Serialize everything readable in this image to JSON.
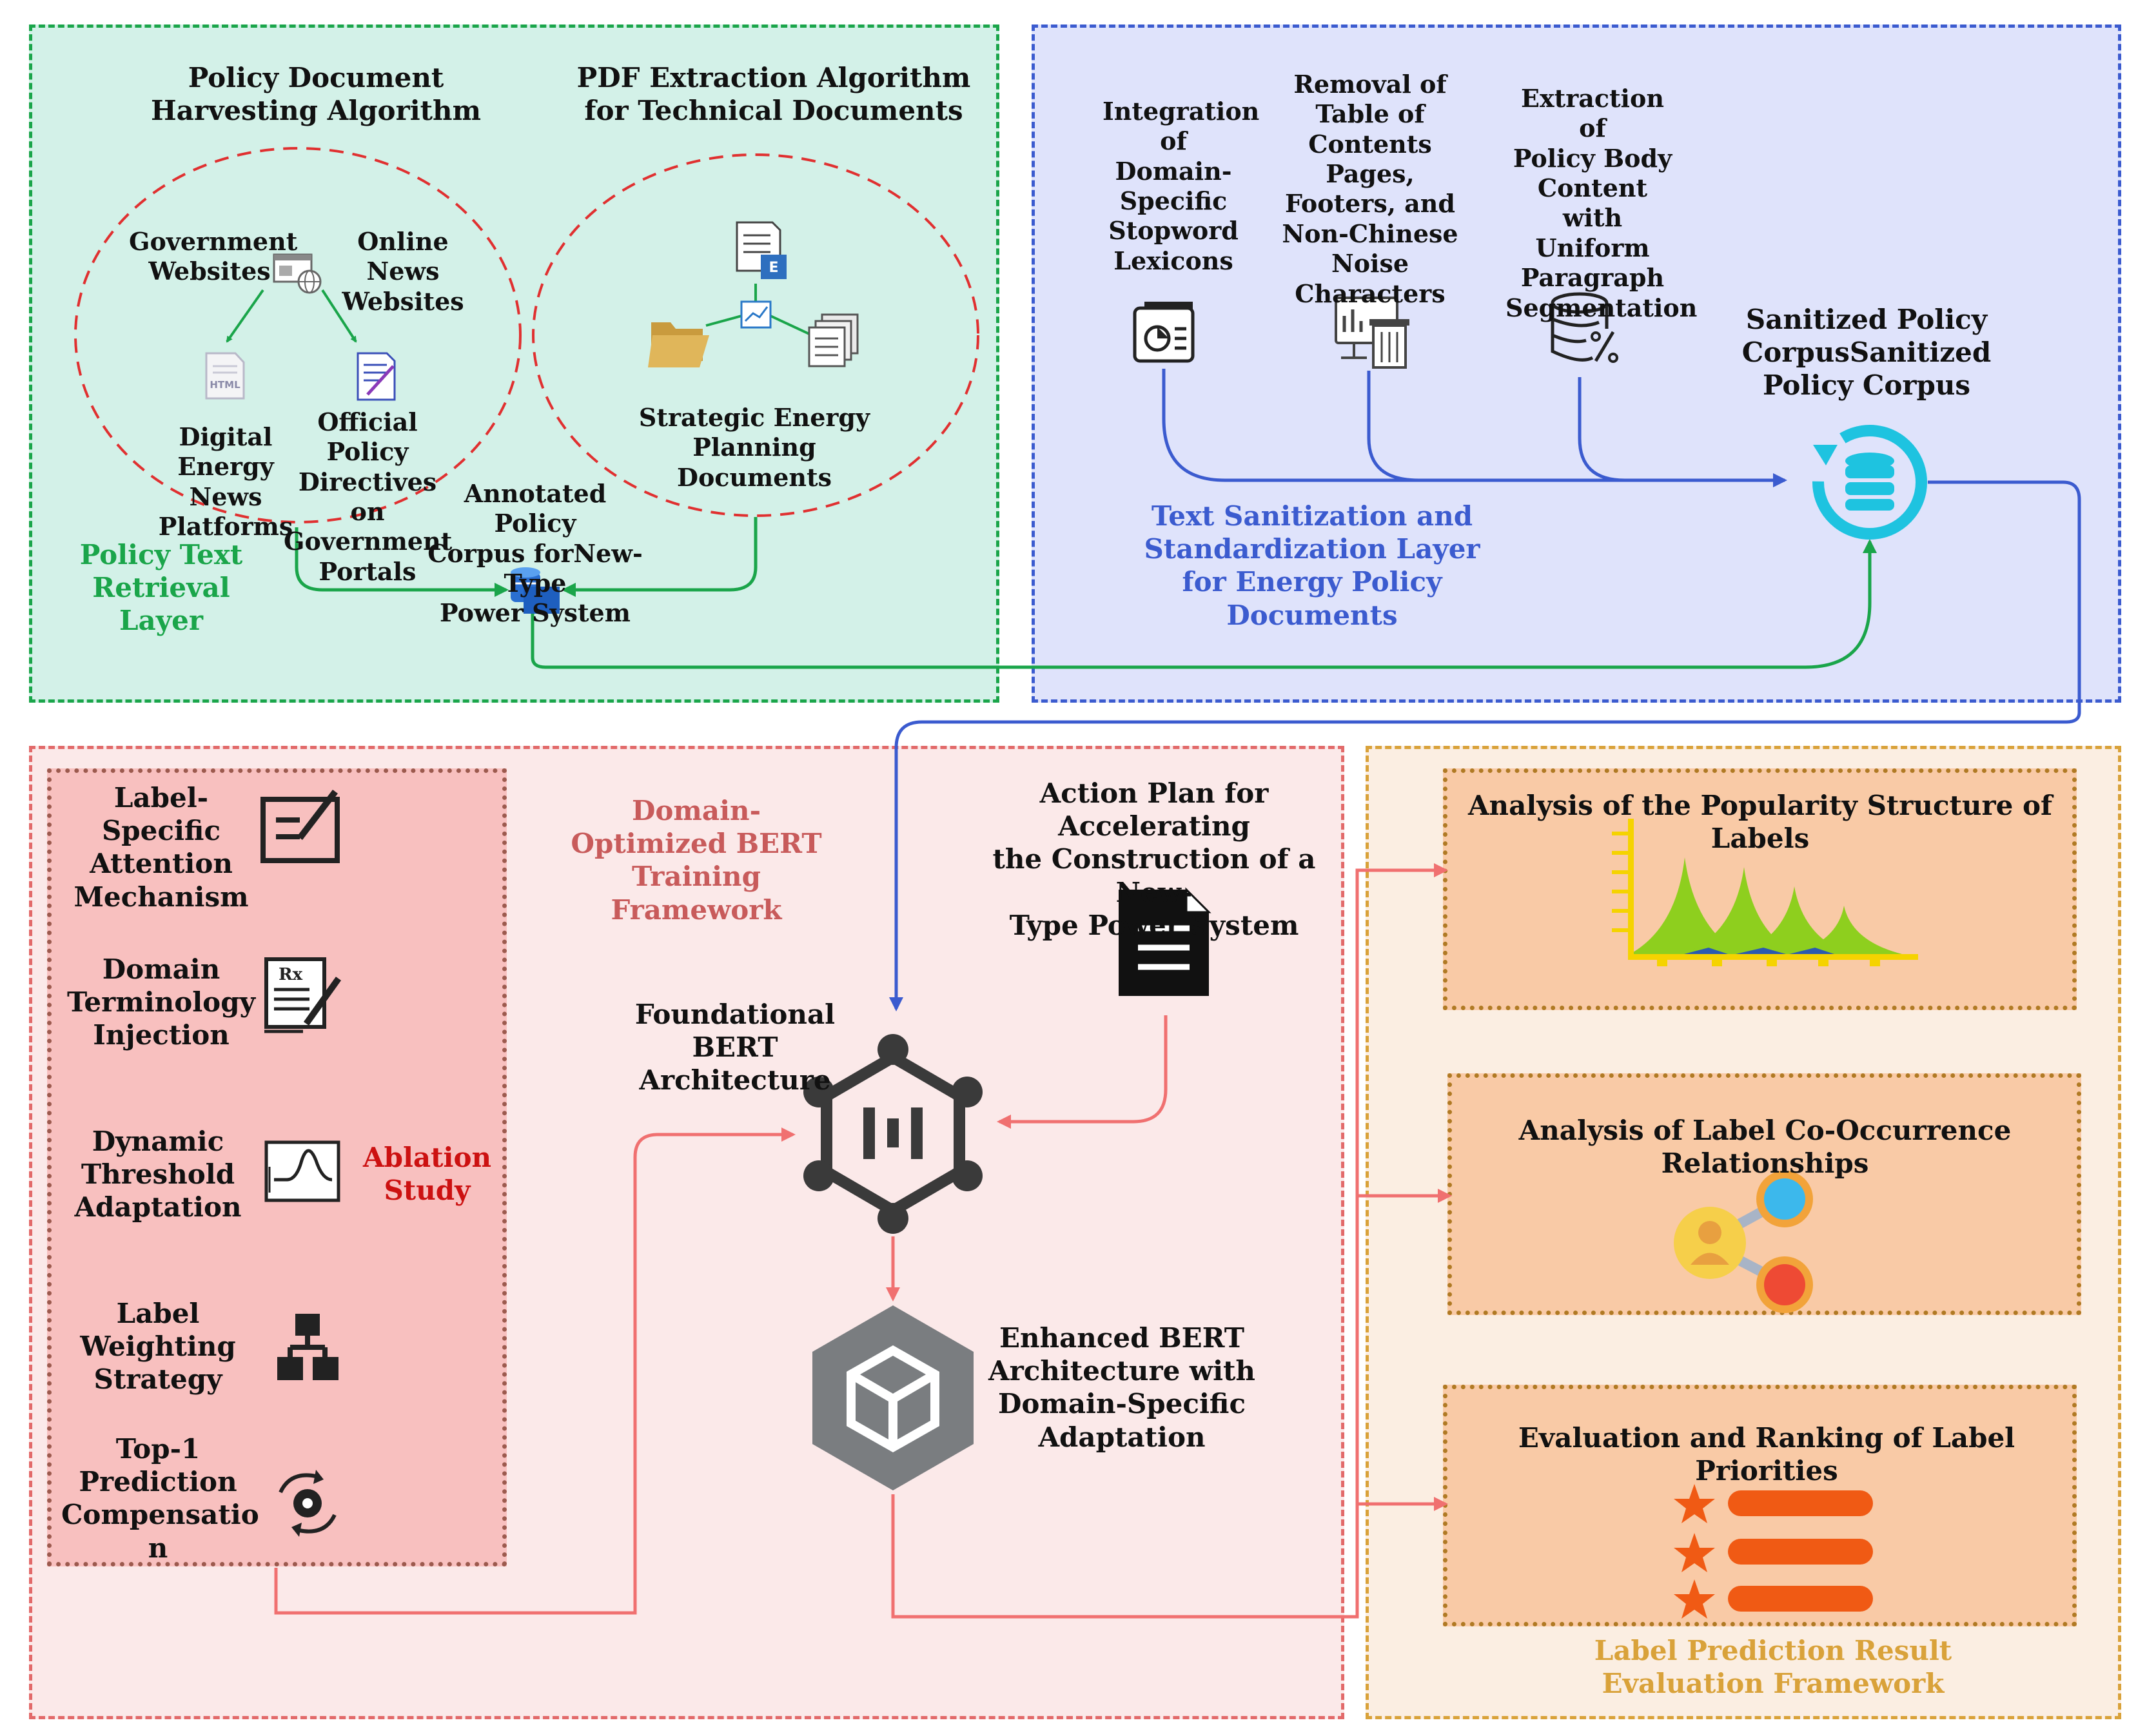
{
  "retrieval": {
    "layer_title": "Policy Text\nRetrieval\nLayer",
    "harvest_title": "Policy Document\nHarvesting Algorithm",
    "pdf_title": "PDF Extraction Algorithm\nfor Technical Documents",
    "gov_websites": "Government\nWebsites",
    "online_news": "Online News\nWebsites",
    "digital_platforms": "Digital\nEnergy News\nPlatforms",
    "official_directives": "Official Policy\nDirectives on\nGovernment\nPortals",
    "strategic_docs": "Strategic Energy\nPlanning Documents",
    "annotated_corpus": "Annotated Policy\nCorpus forNew-Type\nPower System",
    "html_icon_text": "HTML"
  },
  "sanitization": {
    "layer_title": "Text Sanitization and\nStandardization Layer\nfor Energy Policy\nDocuments",
    "stopword": "Integration\nof Domain-\nSpecific\nStopword\nLexicons",
    "removal": "Removal of\nTable of\nContents Pages,\nFooters, and\nNon-Chinese\nNoise\nCharacters",
    "extraction": "Extraction of\nPolicy Body\nContent with\nUniform\nParagraph\nSegmentation",
    "sanitized_corpus": "Sanitized Policy\nCorpusSanitized\nPolicy Corpus"
  },
  "training": {
    "framework_title": "Domain-\nOptimized BERT\nTraining\nFramework",
    "action_plan": "Action Plan for Accelerating\nthe Construction of a New-\nType Power System",
    "foundational_bert": "Foundational BERT\nArchitecture",
    "enhanced_bert": "Enhanced BERT\nArchitecture with\nDomain-Specific\nAdaptation",
    "ablation_study": "Ablation\nStudy",
    "ablation_items": [
      "Label-Specific\nAttention\nMechanism",
      "Domain\nTerminology\nInjection",
      "Dynamic\nThreshold\nAdaptation",
      "Label\nWeighting\nStrategy",
      "Top-1\nPrediction\nCompensatio\nn"
    ],
    "rx_symbol": "Rx"
  },
  "evaluation": {
    "framework_title": "Label Prediction Result\nEvaluation Framework",
    "popularity": "Analysis of the Popularity Structure of Labels",
    "cooccurrence": "Analysis of Label Co-Occurrence Relationships",
    "ranking": "Evaluation and Ranking of Label Priorities"
  },
  "colors": {
    "green": "#1aa54a",
    "blue": "#3b5bcf",
    "red": "#e26a6a",
    "orange": "#d9a23a",
    "teal": "#1ec3e0",
    "star_orange": "#f05a14"
  }
}
